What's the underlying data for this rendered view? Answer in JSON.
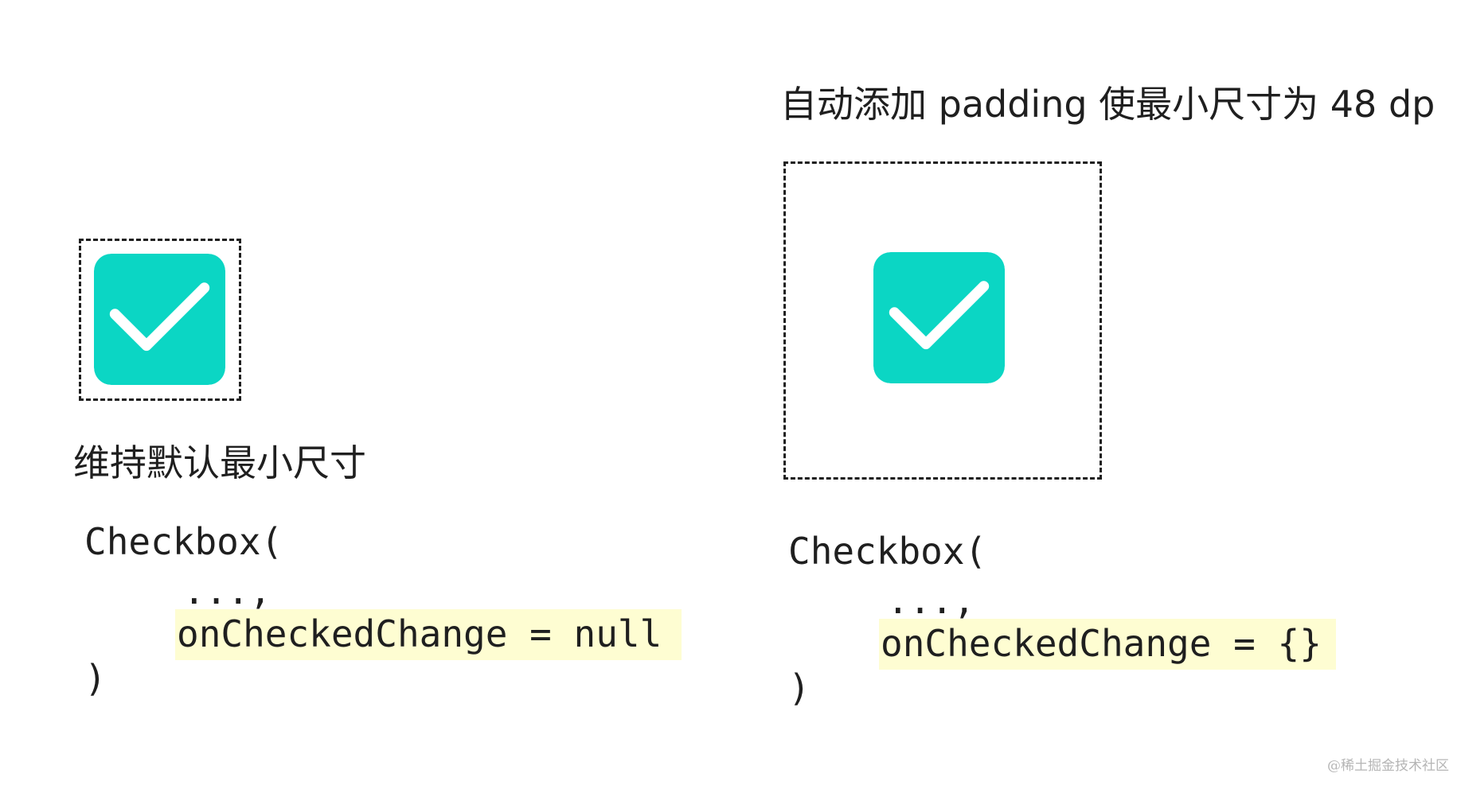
{
  "left_panel": {
    "caption": "维持默认最小尺寸",
    "code": {
      "line1": "Checkbox(",
      "line2": "...,",
      "line3": "onCheckedChange = null",
      "line4": ")"
    }
  },
  "right_panel": {
    "title": "自动添加 padding 使最小尺寸为 48 dp",
    "code": {
      "line1": "Checkbox(",
      "line2": "...,",
      "line3": "onCheckedChange = {}",
      "line4": ")"
    }
  },
  "colors": {
    "checkbox_fill": "#0bd6c4",
    "checkmark": "#ffffff",
    "highlight": "#fefdd2",
    "text": "#1f1f1f"
  },
  "icons": {
    "checkbox": "checked-checkbox-icon"
  },
  "watermark": "@稀土掘金技术社区"
}
